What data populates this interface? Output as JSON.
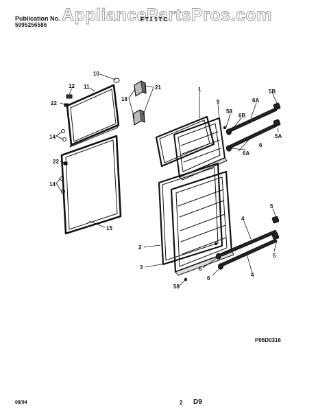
{
  "header": {
    "publication_label": "Publication No.",
    "publication_number": "5995256586",
    "model_code": "FT15TC",
    "watermark": "AppliancePartsPros.com"
  },
  "diagram": {
    "figure_id": "P05D0316",
    "callouts": {
      "c10": "10",
      "c12": "12",
      "c11": "11",
      "c22a": "22",
      "c14a": "14",
      "c22b": "22",
      "c14b": "14",
      "c15": "15",
      "c18": "18",
      "c21": "21",
      "c1": "1",
      "c9": "9",
      "c58top": "58",
      "c6B": "6B",
      "c6A": "6A",
      "c5B": "5B",
      "c5A": "5A",
      "c6": "6",
      "c6Alow": "6A",
      "c5a": "5",
      "c4a": "4",
      "c2": "2",
      "c3": "3",
      "c5b": "5",
      "c6b": "6",
      "c6c": "6",
      "c4b": "4",
      "c58bot": "58"
    }
  },
  "footer": {
    "date": "08/94",
    "page_number": "2",
    "section": "D9"
  }
}
